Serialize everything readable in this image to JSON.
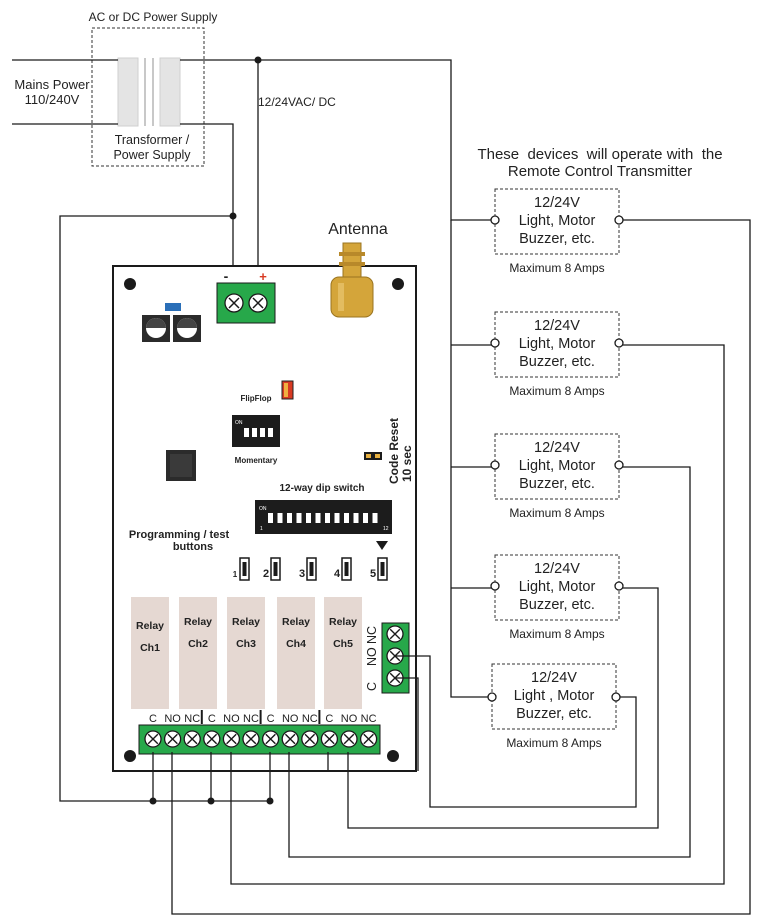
{
  "power": {
    "supply_title": "AC or DC Power Supply",
    "mains_line1": "Mains Power",
    "mains_line2": "110/240V",
    "transformer_line1": "Transformer /",
    "transformer_line2": "Power Supply",
    "dc_label": "12/24VAC/ DC",
    "neg_sign": "-",
    "pos_sign": "+"
  },
  "board": {
    "antenna": "Antenna",
    "flipflop": "FlipFlop",
    "momentary": "Momentary",
    "dip4_on": "ON",
    "code_reset_line1": "Code Reset",
    "code_reset_line2": "10 sec",
    "dip12_title": "12-way dip switch",
    "dip12_on": "ON",
    "dip12_first": "1",
    "dip12_last": "12",
    "prog_line1": "Programming / test",
    "prog_line2": "buttons",
    "buttons": [
      "1",
      "2",
      "3",
      "4",
      "5"
    ],
    "relays": [
      {
        "line1": "Relay",
        "line2": "Ch1"
      },
      {
        "line1": "Relay",
        "line2": "Ch2"
      },
      {
        "line1": "Relay",
        "line2": "Ch3"
      },
      {
        "line1": "Relay",
        "line2": "Ch4"
      },
      {
        "line1": "Relay",
        "line2": "Ch5"
      }
    ],
    "side_terminal_labels": [
      "NC",
      "NO",
      "C"
    ],
    "bottom_terminal_labels": [
      "C",
      "NO",
      "NC",
      "C",
      "NO",
      "NC",
      "C",
      "NO",
      "NC",
      "C",
      "NO",
      "NC"
    ]
  },
  "devices": {
    "header_line1": "These  devices  will operate with  the",
    "header_line2": "Remote Control Transmitter",
    "items": [
      {
        "volts": "12/24V",
        "line2": "Light, Motor",
        "line3": "Buzzer, etc.",
        "rating": "Maximum 8 Amps"
      },
      {
        "volts": "12/24V",
        "line2": "Light, Motor",
        "line3": "Buzzer, etc.",
        "rating": "Maximum 8 Amps"
      },
      {
        "volts": "12/24V",
        "line2": "Light, Motor",
        "line3": "Buzzer, etc.",
        "rating": "Maximum 8 Amps"
      },
      {
        "volts": "12/24V",
        "line2": "Light, Motor",
        "line3": "Buzzer, etc.",
        "rating": "Maximum 8 Amps"
      },
      {
        "volts": "12/24V",
        "line2": "Light , Motor",
        "line3": "Buzzer, etc.",
        "rating": "Maximum 8 Amps"
      }
    ]
  },
  "colors": {
    "terminal_green": "#27a84a",
    "relay_fill": "#e5d8d2",
    "antenna_gold": "#d4a53a",
    "dip_black": "#1c1c1c",
    "jumper_orange": "#e8b040",
    "led_red": "#d83a22",
    "blue_part": "#2a6fb8",
    "transformer_grey": "#e4e4e4"
  }
}
